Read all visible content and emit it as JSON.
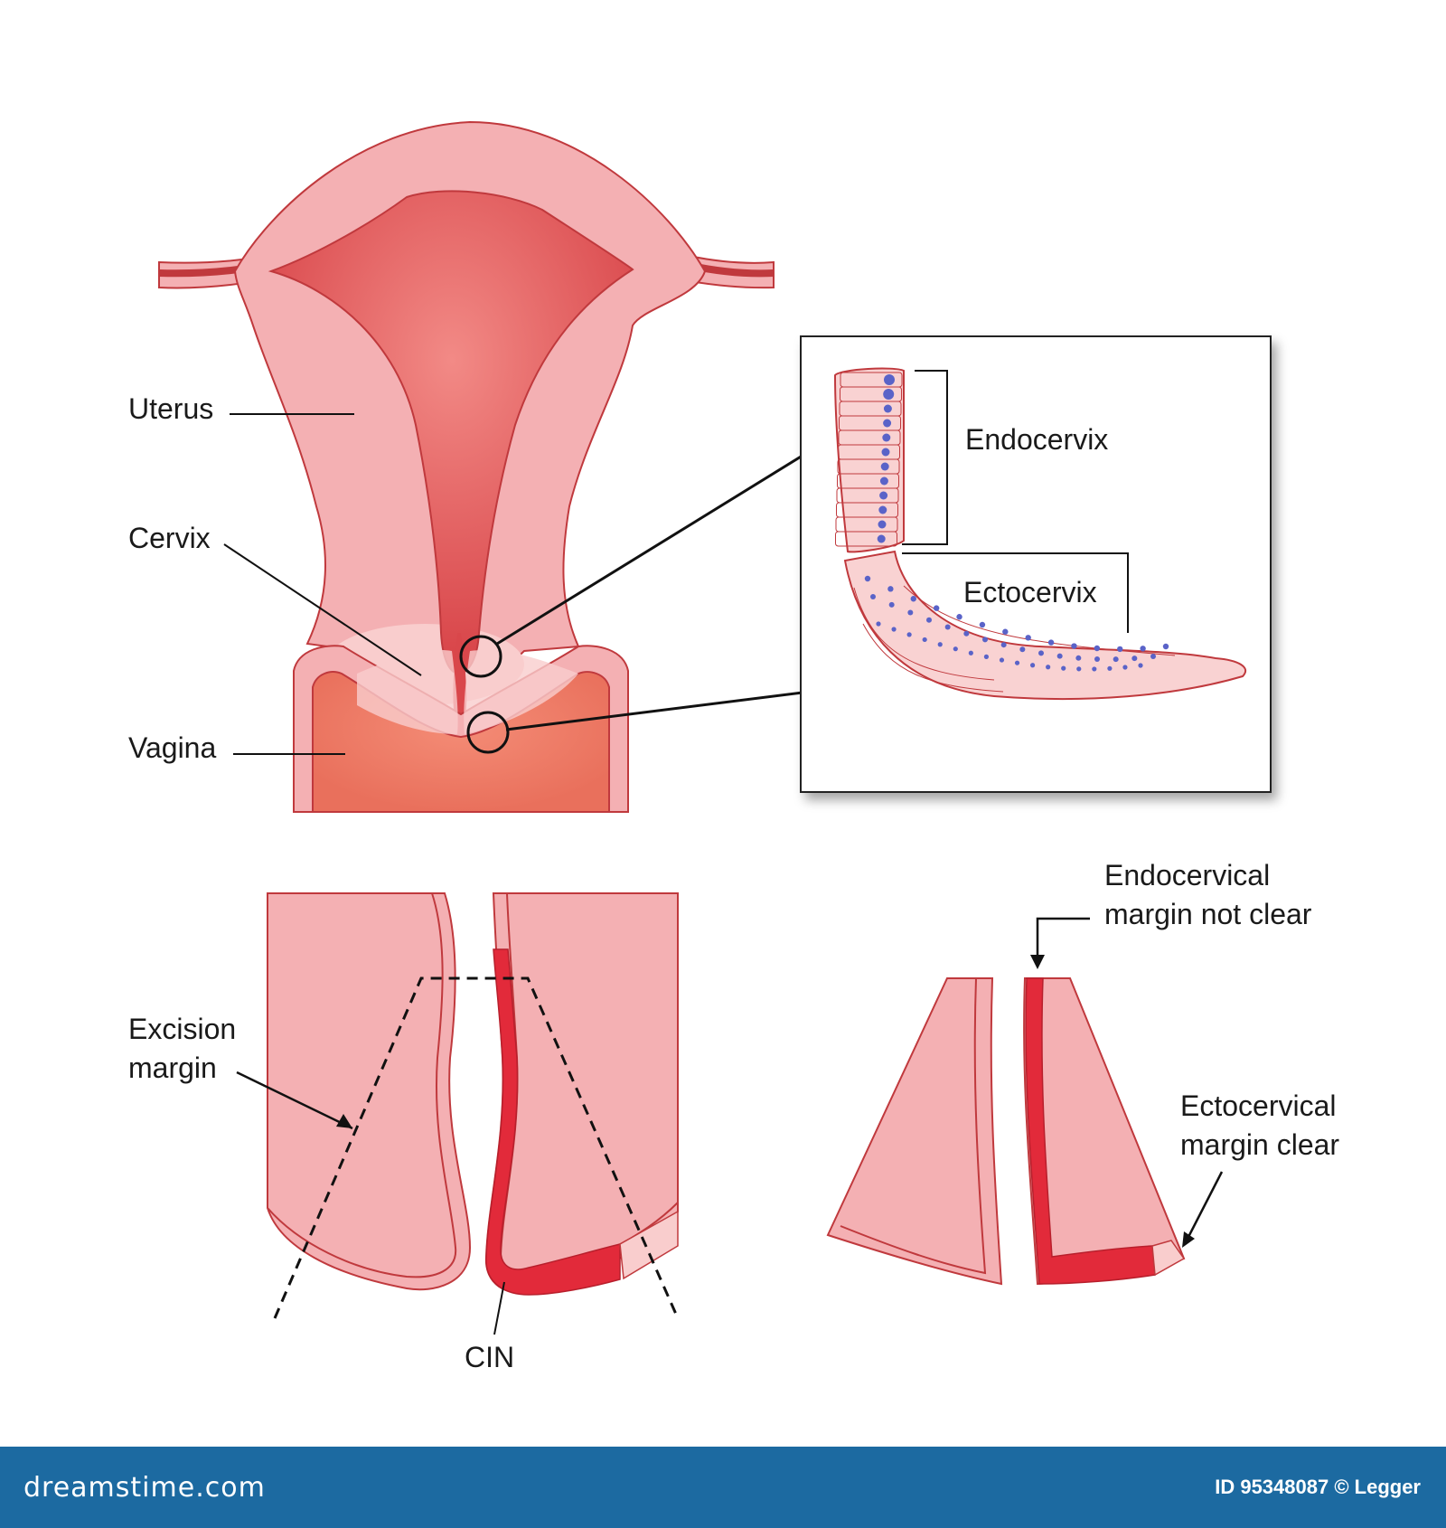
{
  "labels": {
    "uterus": "Uterus",
    "cervix": "Cervix",
    "vagina": "Vagina",
    "endocervix": "Endocervix",
    "ectocervix": "Ectocervix",
    "excision_margin_line1": "Excision",
    "excision_margin_line2": "margin",
    "cin": "CIN",
    "endocervical_line1": "Endocervical",
    "endocervical_line2": "margin not clear",
    "ectocervical_line1": "Ectocervical",
    "ectocervical_line2": "margin clear"
  },
  "footer": {
    "logo": "dreamstime.com",
    "credit": "ID 95348087 © Legger"
  },
  "colors": {
    "tissue": "#f4b0b3",
    "tissue_light": "#f9cdcd",
    "cavity": "#e5605f",
    "vagina_lining": "#ec7a66",
    "outline": "#c0393d",
    "cin": "#e22a3a",
    "nucleus": "#5a63c8",
    "footer_bar": "#1c6aa1"
  }
}
